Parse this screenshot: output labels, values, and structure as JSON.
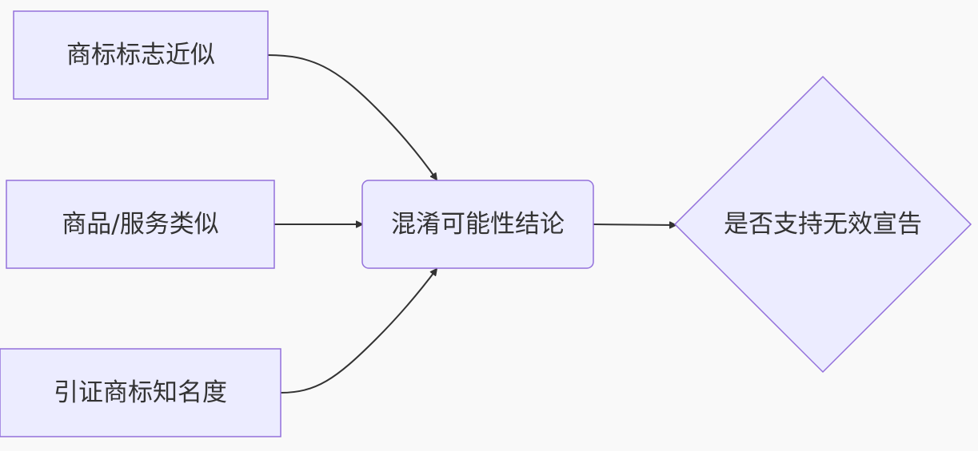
{
  "nodes": {
    "trademark_similar": "商标标志近似",
    "goods_similar": "商品/服务类似",
    "cited_fame": "引证商标知名度",
    "confusion": "混淆可能性结论",
    "decision": "是否支持无效宣告"
  },
  "colors": {
    "node_fill": "#ececff",
    "node_stroke": "#9370db",
    "edge": "#333333",
    "text": "#333333",
    "background": "#f9f9f9"
  }
}
